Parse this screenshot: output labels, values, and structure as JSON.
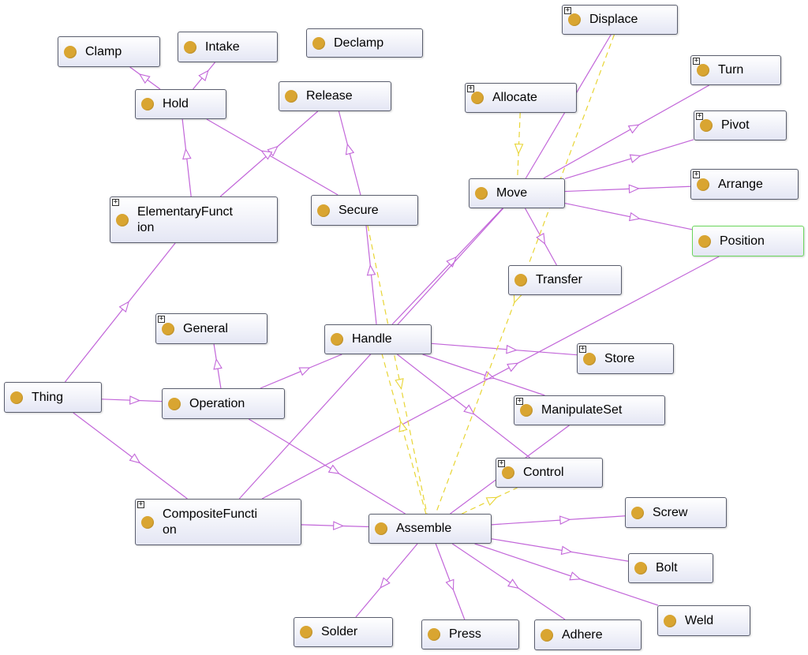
{
  "colors": {
    "subclass": "#c266d9",
    "object_property": "#e8d535",
    "node_dot": "#d9a531",
    "selected_border": "#6ad65c"
  },
  "icons": {
    "class_dot": "class-dot-icon",
    "expand": "expand-plus-icon"
  },
  "nodes": [
    {
      "id": "clamp",
      "label": "Clamp",
      "plus": false
    },
    {
      "id": "intake",
      "label": "Intake",
      "plus": false
    },
    {
      "id": "declamp",
      "label": "Declamp",
      "plus": false
    },
    {
      "id": "displace",
      "label": "Displace",
      "plus": true
    },
    {
      "id": "hold",
      "label": "Hold",
      "plus": false
    },
    {
      "id": "release",
      "label": "Release",
      "plus": false
    },
    {
      "id": "allocate",
      "label": "Allocate",
      "plus": true
    },
    {
      "id": "turn",
      "label": "Turn",
      "plus": true
    },
    {
      "id": "pivot",
      "label": "Pivot",
      "plus": true
    },
    {
      "id": "arrange",
      "label": "Arrange",
      "plus": true
    },
    {
      "id": "elementary",
      "label": "ElementaryFunct\nion",
      "plus": true
    },
    {
      "id": "secure",
      "label": "Secure",
      "plus": false
    },
    {
      "id": "move",
      "label": "Move",
      "plus": false
    },
    {
      "id": "position",
      "label": "Position",
      "plus": false,
      "selected": true
    },
    {
      "id": "transfer",
      "label": "Transfer",
      "plus": false
    },
    {
      "id": "general",
      "label": "General",
      "plus": true
    },
    {
      "id": "handle",
      "label": "Handle",
      "plus": false
    },
    {
      "id": "store",
      "label": "Store",
      "plus": true
    },
    {
      "id": "thing",
      "label": "Thing",
      "plus": false
    },
    {
      "id": "operation",
      "label": "Operation",
      "plus": false
    },
    {
      "id": "manipulateset",
      "label": "ManipulateSet",
      "plus": true
    },
    {
      "id": "control",
      "label": "Control",
      "plus": true
    },
    {
      "id": "composite",
      "label": "CompositeFuncti\non",
      "plus": true
    },
    {
      "id": "assemble",
      "label": "Assemble",
      "plus": false
    },
    {
      "id": "screw",
      "label": "Screw",
      "plus": false
    },
    {
      "id": "bolt",
      "label": "Bolt",
      "plus": false
    },
    {
      "id": "weld",
      "label": "Weld",
      "plus": false
    },
    {
      "id": "solder",
      "label": "Solder",
      "plus": false
    },
    {
      "id": "press",
      "label": "Press",
      "plus": false
    },
    {
      "id": "adhere",
      "label": "Adhere",
      "plus": false
    }
  ],
  "edges": [
    {
      "from": "thing",
      "to": "elementary",
      "kind": "subclass"
    },
    {
      "from": "thing",
      "to": "operation",
      "kind": "subclass"
    },
    {
      "from": "thing",
      "to": "composite",
      "kind": "subclass"
    },
    {
      "from": "elementary",
      "to": "hold",
      "kind": "subclass"
    },
    {
      "from": "elementary",
      "to": "release",
      "kind": "subclass"
    },
    {
      "from": "hold",
      "to": "clamp",
      "kind": "subclass"
    },
    {
      "from": "hold",
      "to": "intake",
      "kind": "subclass"
    },
    {
      "from": "secure",
      "to": "hold",
      "kind": "subclass"
    },
    {
      "from": "secure",
      "to": "release",
      "kind": "subclass"
    },
    {
      "from": "operation",
      "to": "general",
      "kind": "subclass"
    },
    {
      "from": "operation",
      "to": "handle",
      "kind": "subclass"
    },
    {
      "from": "handle",
      "to": "secure",
      "kind": "subclass"
    },
    {
      "from": "handle",
      "to": "move",
      "kind": "subclass"
    },
    {
      "from": "handle",
      "to": "store",
      "kind": "subclass"
    },
    {
      "from": "handle",
      "to": "manipulateset",
      "kind": "subclass"
    },
    {
      "from": "handle",
      "to": "control",
      "kind": "subclass"
    },
    {
      "from": "move",
      "to": "turn",
      "kind": "subclass"
    },
    {
      "from": "move",
      "to": "pivot",
      "kind": "subclass"
    },
    {
      "from": "move",
      "to": "arrange",
      "kind": "subclass"
    },
    {
      "from": "move",
      "to": "position",
      "kind": "subclass"
    },
    {
      "from": "move",
      "to": "displace",
      "kind": "subclass"
    },
    {
      "from": "move",
      "to": "transfer",
      "kind": "subclass"
    },
    {
      "from": "composite",
      "to": "move",
      "kind": "subclass"
    },
    {
      "from": "composite",
      "to": "position",
      "kind": "subclass"
    },
    {
      "from": "composite",
      "to": "assemble",
      "kind": "subclass"
    },
    {
      "from": "operation",
      "to": "assemble",
      "kind": "subclass"
    },
    {
      "from": "assemble",
      "to": "screw",
      "kind": "subclass"
    },
    {
      "from": "assemble",
      "to": "bolt",
      "kind": "subclass"
    },
    {
      "from": "assemble",
      "to": "weld",
      "kind": "subclass"
    },
    {
      "from": "assemble",
      "to": "solder",
      "kind": "subclass"
    },
    {
      "from": "assemble",
      "to": "press",
      "kind": "subclass"
    },
    {
      "from": "assemble",
      "to": "adhere",
      "kind": "subclass"
    },
    {
      "from": "assemble",
      "to": "manipulateset",
      "kind": "subclass"
    },
    {
      "from": "allocate",
      "to": "move",
      "kind": "object_property"
    },
    {
      "from": "displace",
      "to": "assemble",
      "kind": "object_property"
    },
    {
      "from": "secure",
      "to": "assemble",
      "kind": "object_property"
    },
    {
      "from": "assemble",
      "to": "handle",
      "kind": "object_property"
    },
    {
      "from": "assemble",
      "to": "control",
      "kind": "object_property"
    }
  ]
}
